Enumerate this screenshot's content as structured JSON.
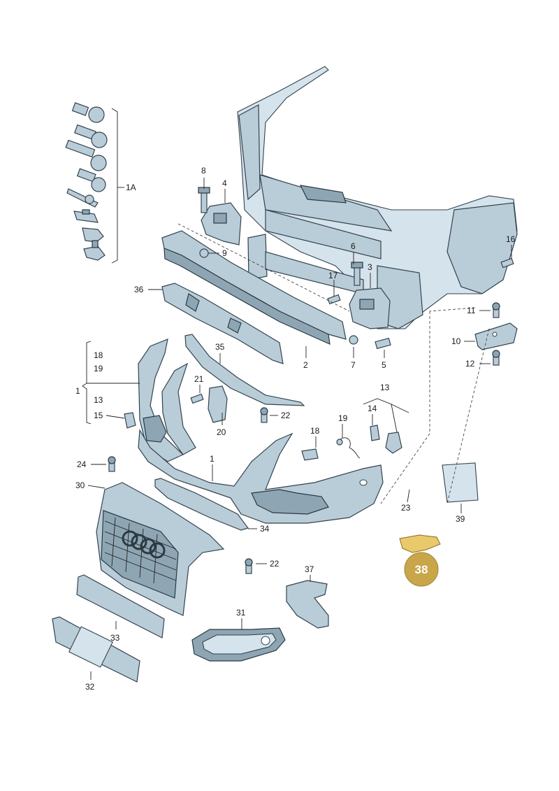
{
  "labels": {
    "l1A": "1A",
    "l8": "8",
    "l4": "4",
    "l9": "9",
    "l36": "36",
    "l2": "2",
    "l6": "6",
    "l3": "3",
    "l17": "17",
    "l7": "7",
    "l5": "5",
    "l16": "16",
    "l11": "11",
    "l10": "10",
    "l12": "12",
    "l18a": "18",
    "l19a": "19",
    "l1a": "1",
    "l13a": "13",
    "l15": "15",
    "l35": "35",
    "l21": "21",
    "l20": "20",
    "l22a": "22",
    "l13b": "13",
    "l14": "14",
    "l19b": "19",
    "l18b": "18",
    "l1b": "1",
    "l24": "24",
    "l30": "30",
    "l34": "34",
    "l23": "23",
    "l39": "39",
    "l38": "38",
    "l22b": "22",
    "l37": "37",
    "l31": "31",
    "l33": "33",
    "l32": "32"
  },
  "colors": {
    "part": "#b9cdd9",
    "outline": "#33434d",
    "badge": "#c9a64a"
  },
  "icons": {
    "highlight_part": "bracket-icon"
  }
}
